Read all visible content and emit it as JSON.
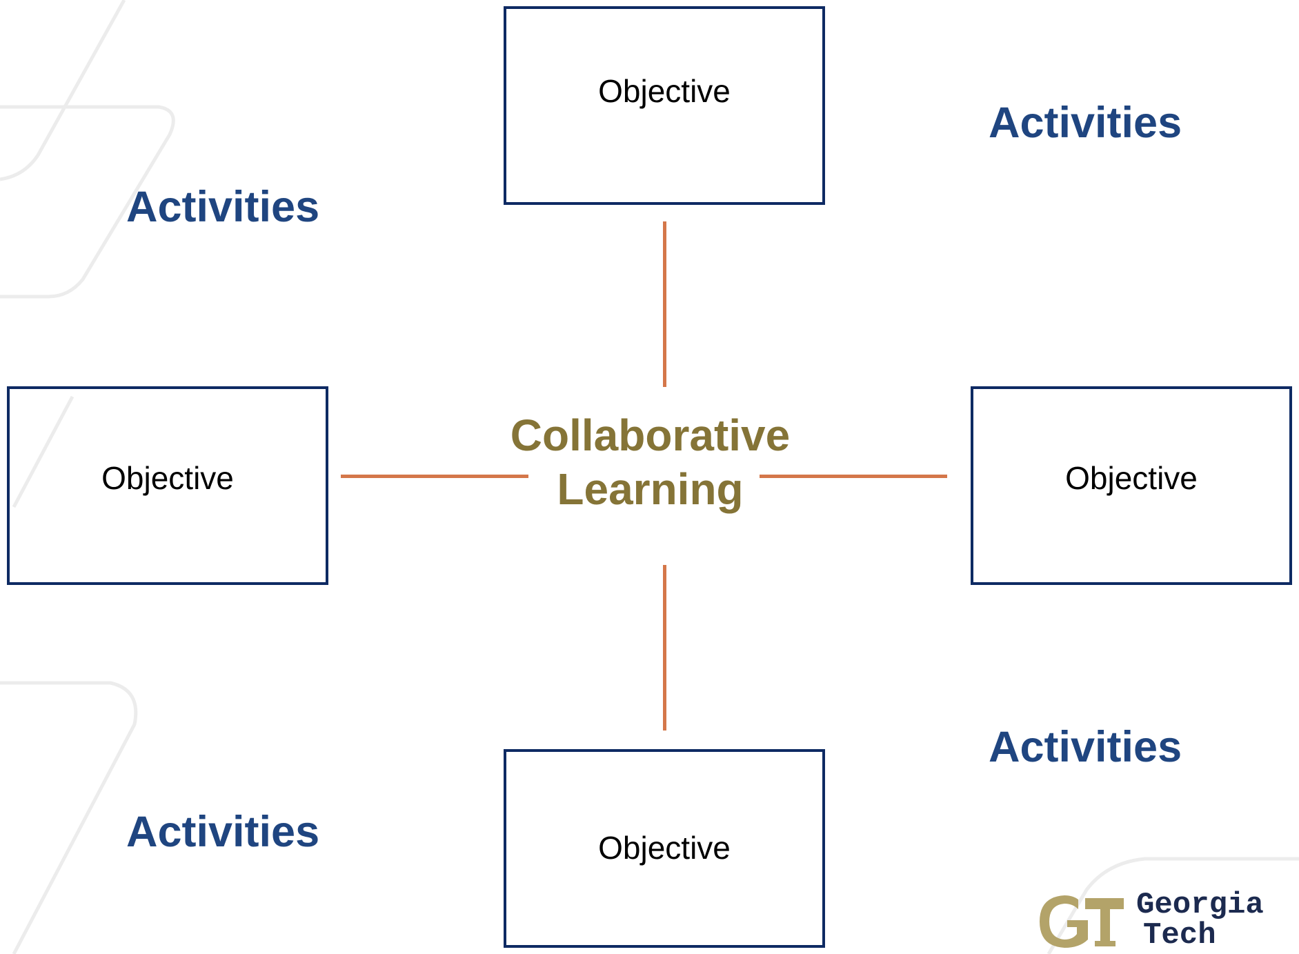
{
  "diagram": {
    "center": {
      "line1": "Collaborative",
      "line2": "Learning"
    },
    "objectives": {
      "top": "Objective",
      "left": "Objective",
      "right": "Objective",
      "bottom": "Objective"
    },
    "activities": {
      "top_left": "Activities",
      "top_right": "Activities",
      "bottom_left": "Activities",
      "bottom_right": "Activities"
    }
  },
  "logo": {
    "line1": "Georgia",
    "line2": "Tech",
    "mark": "GT"
  },
  "colors": {
    "box_border": "#0e2a63",
    "activities_text": "#1f4580",
    "center_text": "#857437",
    "connector": "#d4774a",
    "logo_gold": "#b3a369",
    "logo_navy": "#1c2a4f"
  }
}
